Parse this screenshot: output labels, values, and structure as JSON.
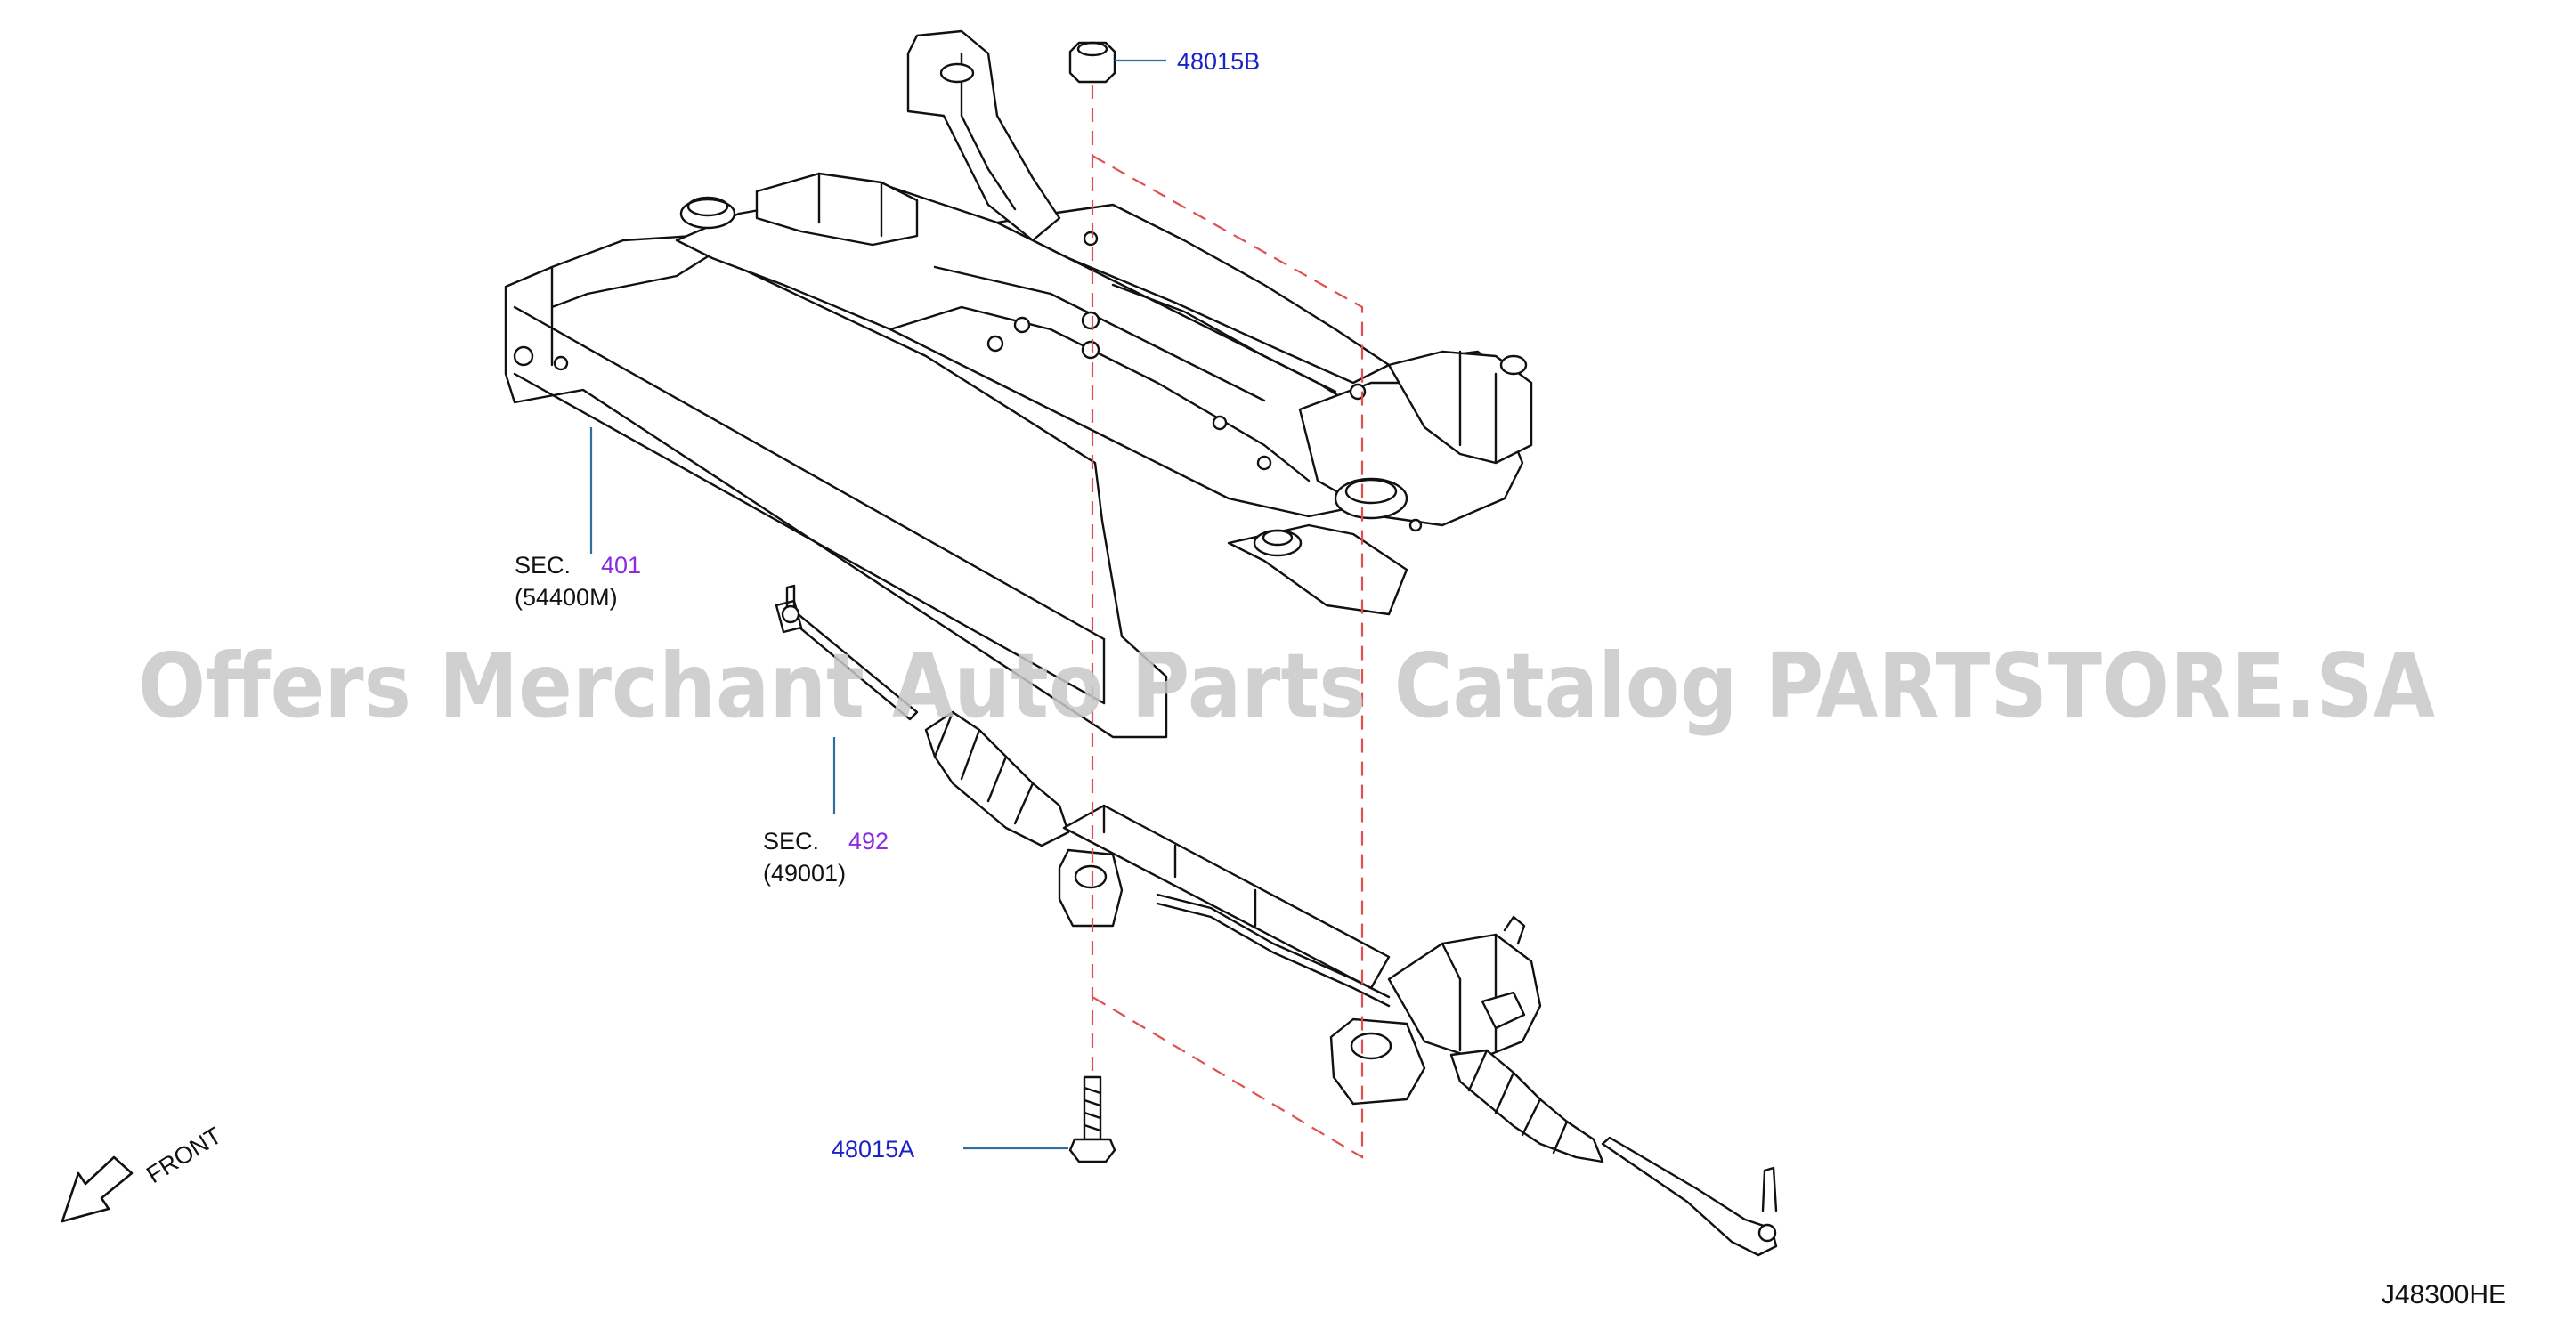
{
  "callouts": {
    "bolt_48015A": {
      "code": "48015A"
    },
    "nut_48015B": {
      "code": "48015B"
    },
    "member_sec": {
      "prefix": "SEC.",
      "number": "401",
      "sub": "(54400M)"
    },
    "gear_sec": {
      "prefix": "SEC.",
      "number": "492",
      "sub": "(49001)"
    }
  },
  "front_marker": {
    "label": "FRONT"
  },
  "watermark": {
    "text": "Offers Merchant Auto Parts Catalog PARTSTORE.SA"
  },
  "diagram_code": "J48300HE",
  "colors": {
    "part_code": "#1a23c8",
    "section_number": "#8a2be2",
    "leader_line": "#2e6fa0",
    "dashed_outline": "#e05050",
    "line_art": "#111111",
    "watermark": "#c8c8c8"
  }
}
